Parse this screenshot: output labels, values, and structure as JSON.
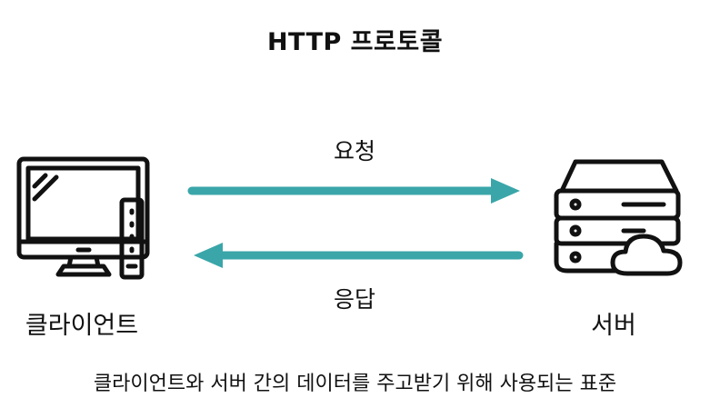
{
  "title": "HTTP 프로토콜",
  "arrows": {
    "request_label": "요청",
    "response_label": "응답",
    "color": "#3aa6a9"
  },
  "nodes": {
    "client_label": "클라이언트",
    "server_label": "서버",
    "client_icon": "desktop-computer-icon",
    "server_icon": "server-cloud-icon"
  },
  "caption": "클라이언트와 서버 간의 데이터를 주고받기 위해 사용되는 표준"
}
